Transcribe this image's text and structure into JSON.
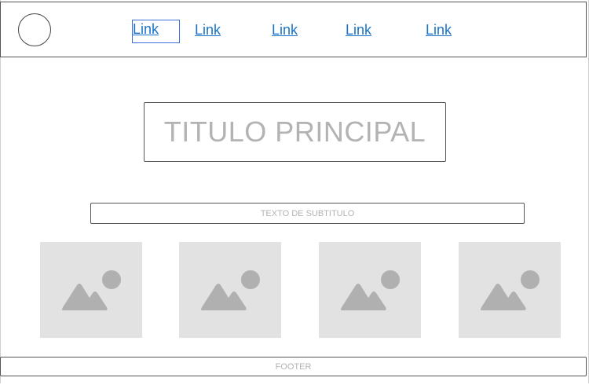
{
  "header": {
    "nav_links": [
      "Link",
      "Link",
      "Link",
      "Link",
      "Link"
    ]
  },
  "main": {
    "title": "TITULO PRINCIPAL",
    "subtitle": "TEXTO DE SUBTITULO",
    "image_icon": "image-placeholder-icon"
  },
  "footer": {
    "text": "FOOTER"
  },
  "colors": {
    "link": "#1a73c9",
    "selection_outline": "#3b6fd6",
    "placeholder_text": "#b3b3b3",
    "image_bg": "#e2e2e2",
    "image_icon": "#b0b0b0"
  }
}
